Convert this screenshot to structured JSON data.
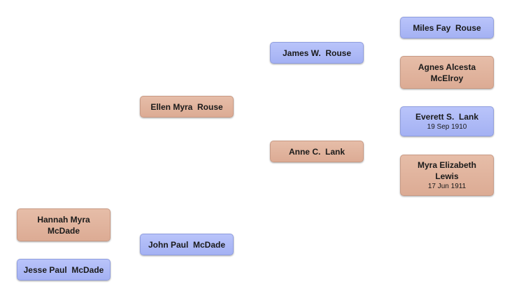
{
  "people": {
    "hannah": {
      "name": "Hannah Myra\nMcDade"
    },
    "jesse": {
      "name": "Jesse Paul  McDade"
    },
    "ellen": {
      "name": "Ellen Myra  Rouse"
    },
    "john": {
      "name": "John Paul  McDade"
    },
    "james": {
      "name": "James W.  Rouse"
    },
    "anne": {
      "name": "Anne C.  Lank"
    },
    "miles": {
      "name": "Miles Fay  Rouse"
    },
    "agnes": {
      "name": "Agnes Alcesta\nMcElroy"
    },
    "everett": {
      "name": "Everett S.  Lank",
      "date": "19 Sep 1910"
    },
    "myra": {
      "name": "Myra Elizabeth\nLewis",
      "date": "17 Jun 1911"
    }
  },
  "colors": {
    "male": "#a9b5f5",
    "female": "#dfb09a"
  }
}
